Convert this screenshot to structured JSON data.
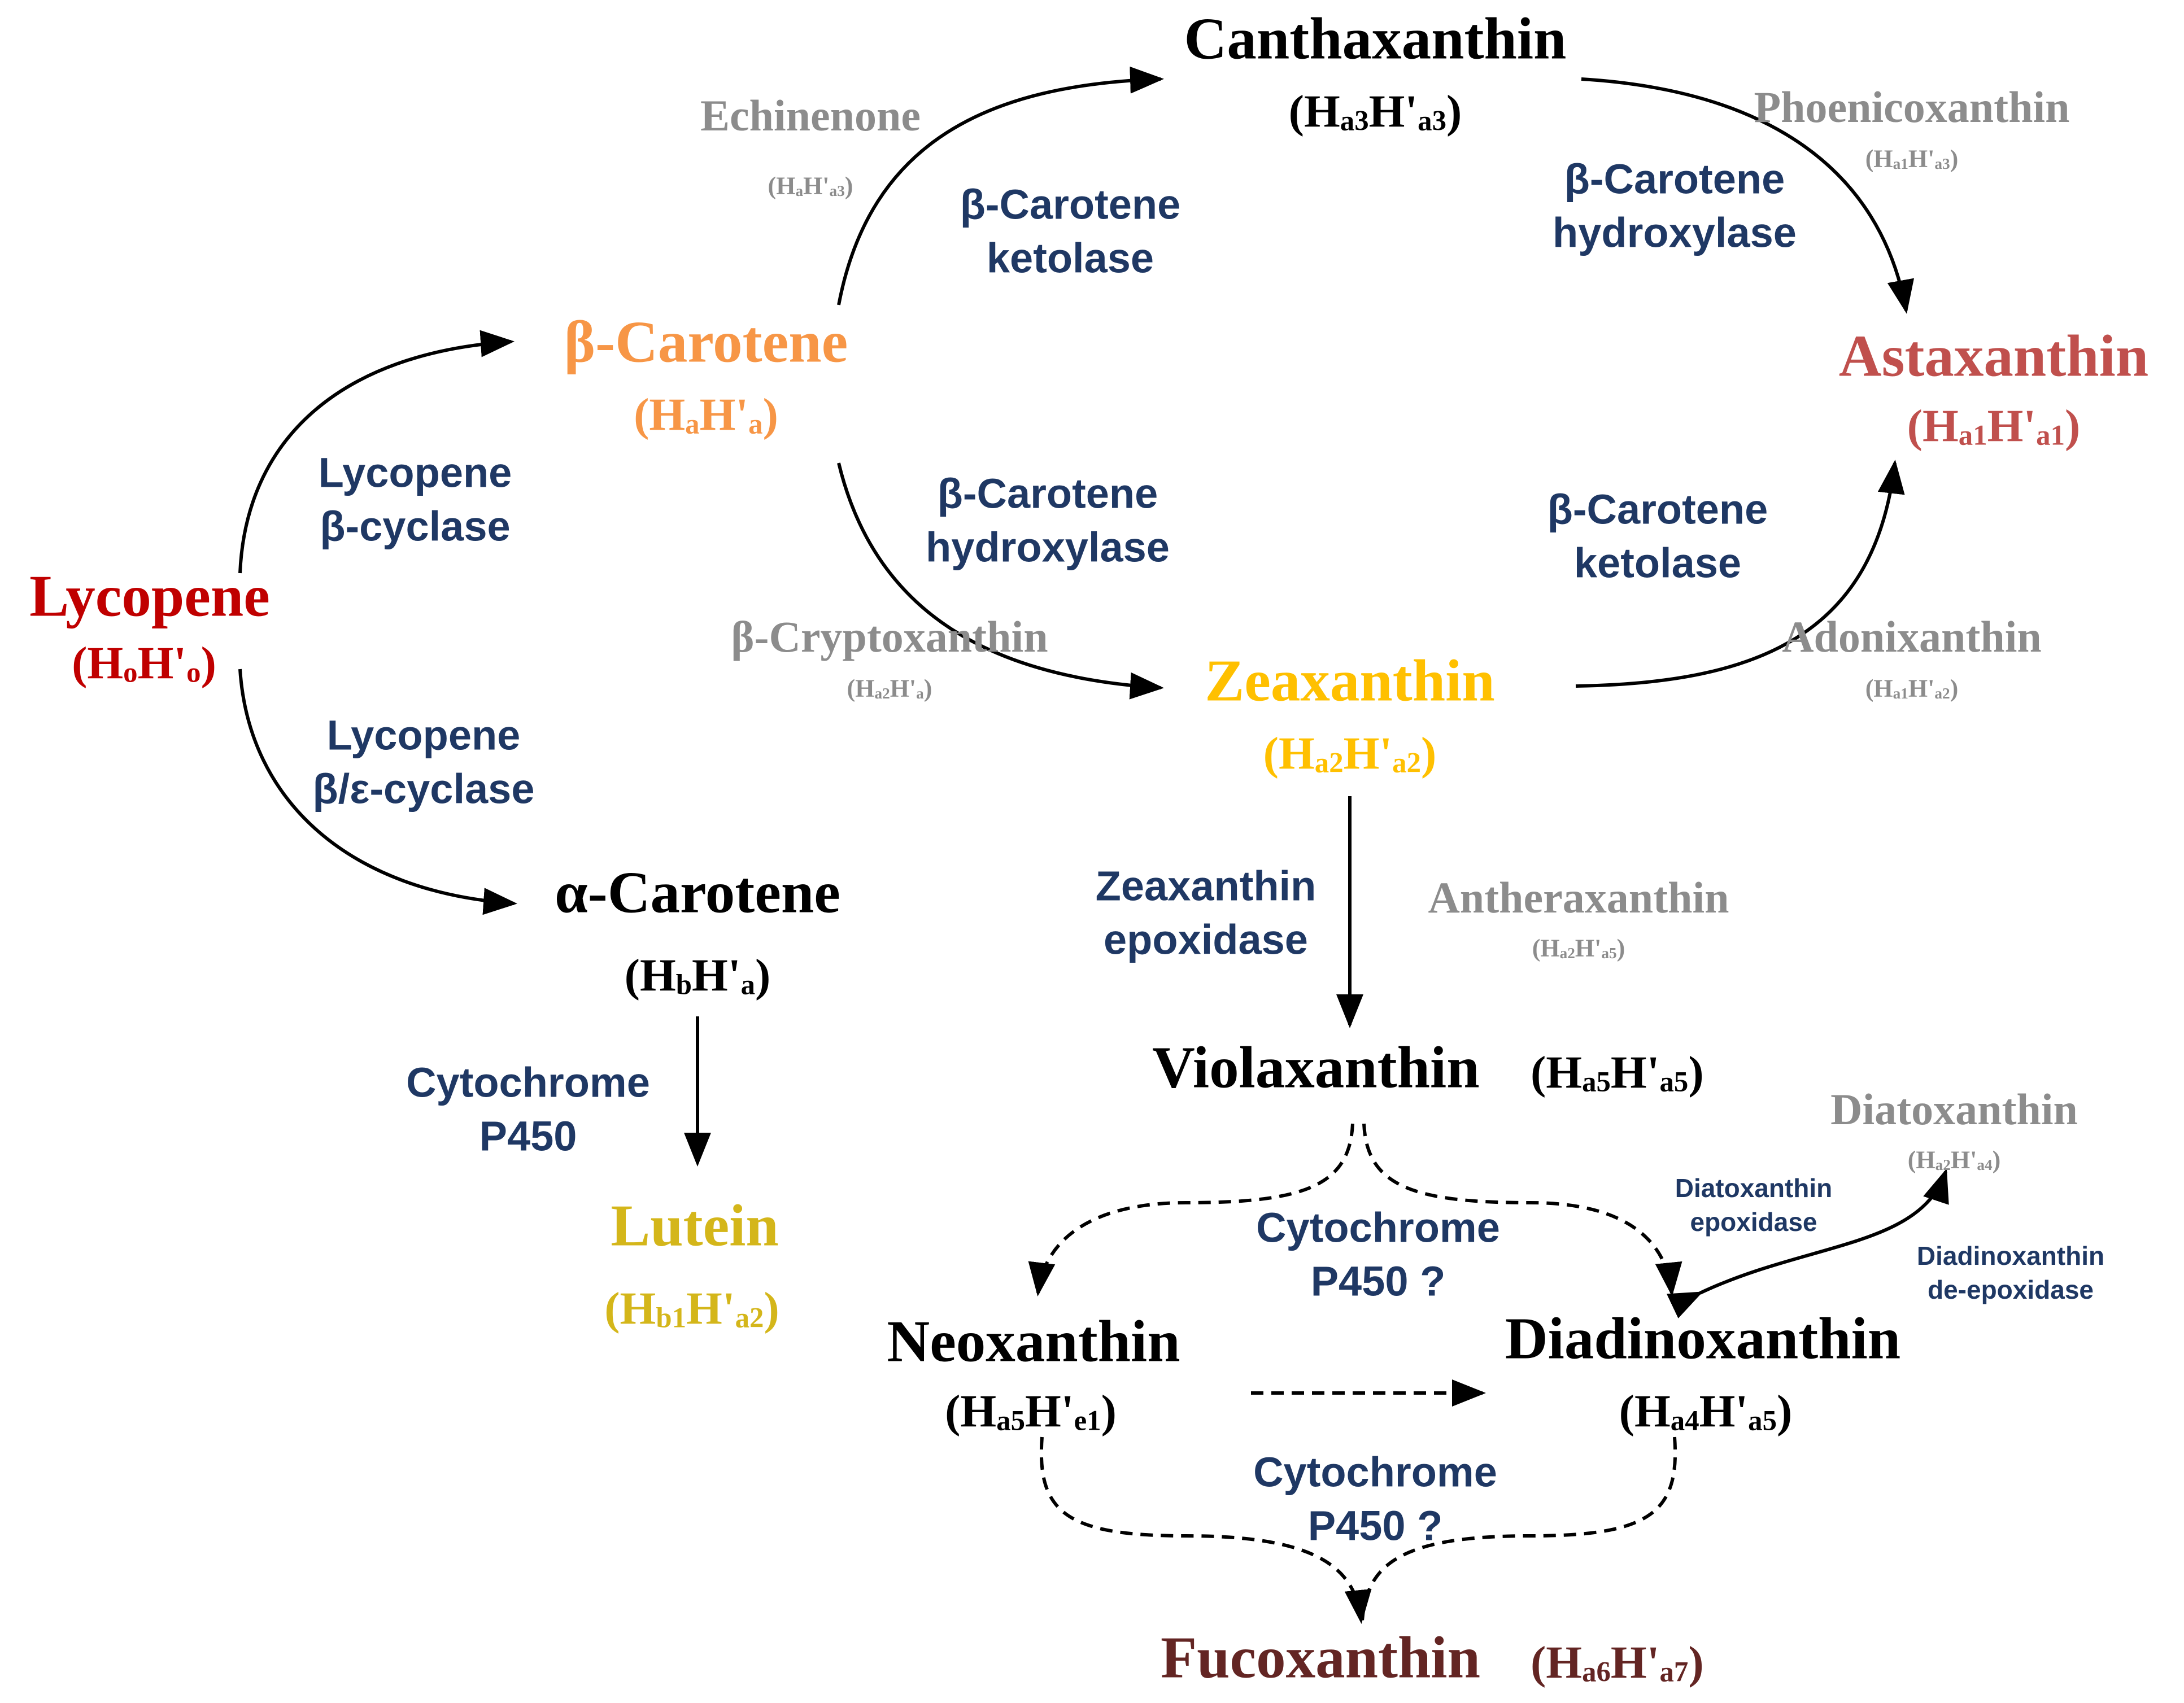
{
  "colors": {
    "lycopene": "#c00000",
    "beta_carotene": "#f79646",
    "zeaxanthin": "#ffc000",
    "astaxanthin": "#c0504d",
    "lutein": "#d4b61a",
    "fucoxanthin": "#632523",
    "intermediate": "#8c8c8c",
    "enzyme": "#1f3864",
    "arrow": "#000000"
  },
  "compounds": {
    "lycopene": {
      "name": "Lycopene",
      "formula": [
        "(H",
        "o",
        "H'",
        "o",
        ")"
      ]
    },
    "beta_carotene": {
      "name": "β-Carotene",
      "formula": [
        "(H",
        "a",
        "H'",
        "a",
        ")"
      ]
    },
    "alpha_carotene": {
      "name": "α-Carotene",
      "formula": [
        "(H",
        "b",
        "H'",
        "a",
        ")"
      ]
    },
    "canthaxanthin": {
      "name": "Canthaxanthin",
      "formula": [
        "(H",
        "a3",
        "H'",
        "a3",
        ")"
      ]
    },
    "astaxanthin": {
      "name": "Astaxanthin",
      "formula": [
        "(H",
        "a1",
        "H'",
        "a1",
        ")"
      ]
    },
    "zeaxanthin": {
      "name": "Zeaxanthin",
      "formula": [
        "(H",
        "a2",
        "H'",
        "a2",
        ")"
      ]
    },
    "lutein": {
      "name": "Lutein",
      "formula": [
        "(H",
        "b1",
        "H'",
        "a2",
        ")"
      ]
    },
    "violaxanthin": {
      "name": "Violaxanthin",
      "formula": [
        "(H",
        "a5",
        "H'",
        "a5",
        ")"
      ]
    },
    "neoxanthin": {
      "name": "Neoxanthin",
      "formula": [
        "(H",
        "a5",
        "H'",
        "e1",
        ")"
      ]
    },
    "diadinoxanthin": {
      "name": "Diadinoxanthin",
      "formula": [
        "(H",
        "a4",
        "H'",
        "a5",
        ")"
      ]
    },
    "fucoxanthin": {
      "name": "Fucoxanthin",
      "formula": [
        "(H",
        "a6",
        "H'",
        "a7",
        ")"
      ]
    }
  },
  "intermediates": {
    "echinenone": {
      "name": "Echinenone",
      "formula": [
        "(H",
        "a",
        "H'",
        "a3",
        ")"
      ]
    },
    "phoenicoxanthin": {
      "name": "Phoenicoxanthin",
      "formula": [
        "(H",
        "a1",
        "H'",
        "a3",
        ")"
      ]
    },
    "beta_cryptoxanthin": {
      "name": "β-Cryptoxanthin",
      "formula": [
        "(H",
        "a2",
        "H'",
        "a",
        ")"
      ]
    },
    "adonixanthin": {
      "name": "Adonixanthin",
      "formula": [
        "(H",
        "a1",
        "H'",
        "a2",
        ")"
      ]
    },
    "antheraxanthin": {
      "name": "Antheraxanthin",
      "formula": [
        "(H",
        "a2",
        "H'",
        "a5",
        ")"
      ]
    },
    "diatoxanthin": {
      "name": "Diatoxanthin",
      "formula": [
        "(H",
        "a2",
        "H'",
        "a4",
        ")"
      ]
    }
  },
  "enzymes": {
    "lycopene_beta_cyclase": [
      "Lycopene",
      "β-cyclase"
    ],
    "lycopene_beta_epsilon_cyclase": [
      "Lycopene",
      "β/ε-cyclase"
    ],
    "ketolase_top": [
      "β-Carotene",
      "ketolase"
    ],
    "hydroxylase_top": [
      "β-Carotene",
      "hydroxylase"
    ],
    "hydroxylase_mid": [
      "β-Carotene",
      "hydroxylase"
    ],
    "ketolase_mid": [
      "β-Carotene",
      "ketolase"
    ],
    "zeaxanthin_epoxidase": [
      "Zeaxanthin",
      "epoxidase"
    ],
    "cytochrome_p450": [
      "Cytochrome",
      "P450"
    ],
    "cytochrome_p450_q1": [
      "Cytochrome",
      "P450 ?"
    ],
    "cytochrome_p450_q2": [
      "Cytochrome",
      "P450 ?"
    ],
    "diatoxanthin_epoxidase": [
      "Diatoxanthin",
      "epoxidase"
    ],
    "diadinoxanthin_deepoxidase": [
      "Diadinoxanthin",
      "de-epoxidase"
    ]
  }
}
